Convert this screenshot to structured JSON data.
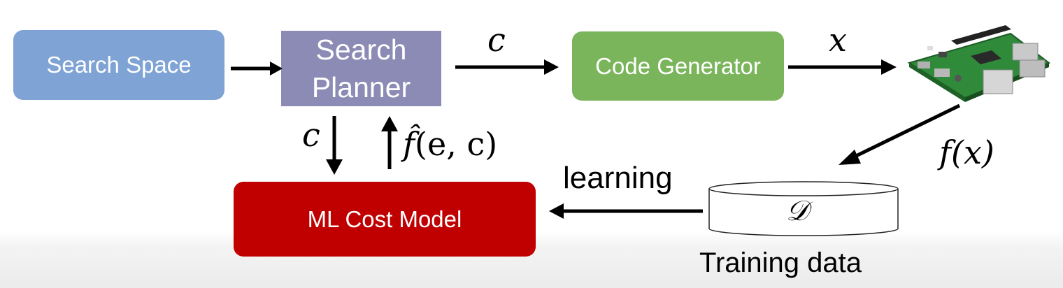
{
  "nodes": {
    "search_space": "Search Space",
    "search_planner_line1": "Search",
    "search_planner_line2": "Planner",
    "code_generator": "Code Generator",
    "cost_model": "ML Cost Model",
    "dataset_symbol": "𝒟",
    "dataset_caption": "Training data"
  },
  "edges": {
    "planner_to_generator": "c",
    "generator_to_device": "x",
    "planner_to_model": "c",
    "model_to_planner_fhat": "f̂",
    "model_to_planner_args": "(e, c)",
    "device_to_data": "f(x)",
    "data_to_model": "learning"
  },
  "colors": {
    "search_space": "#7fa3d4",
    "search_planner": "#8c8bb5",
    "code_generator": "#7ab55c",
    "cost_model": "#c00000",
    "arrow": "#000000"
  },
  "icons": {
    "device": "raspberry-pi-board"
  }
}
